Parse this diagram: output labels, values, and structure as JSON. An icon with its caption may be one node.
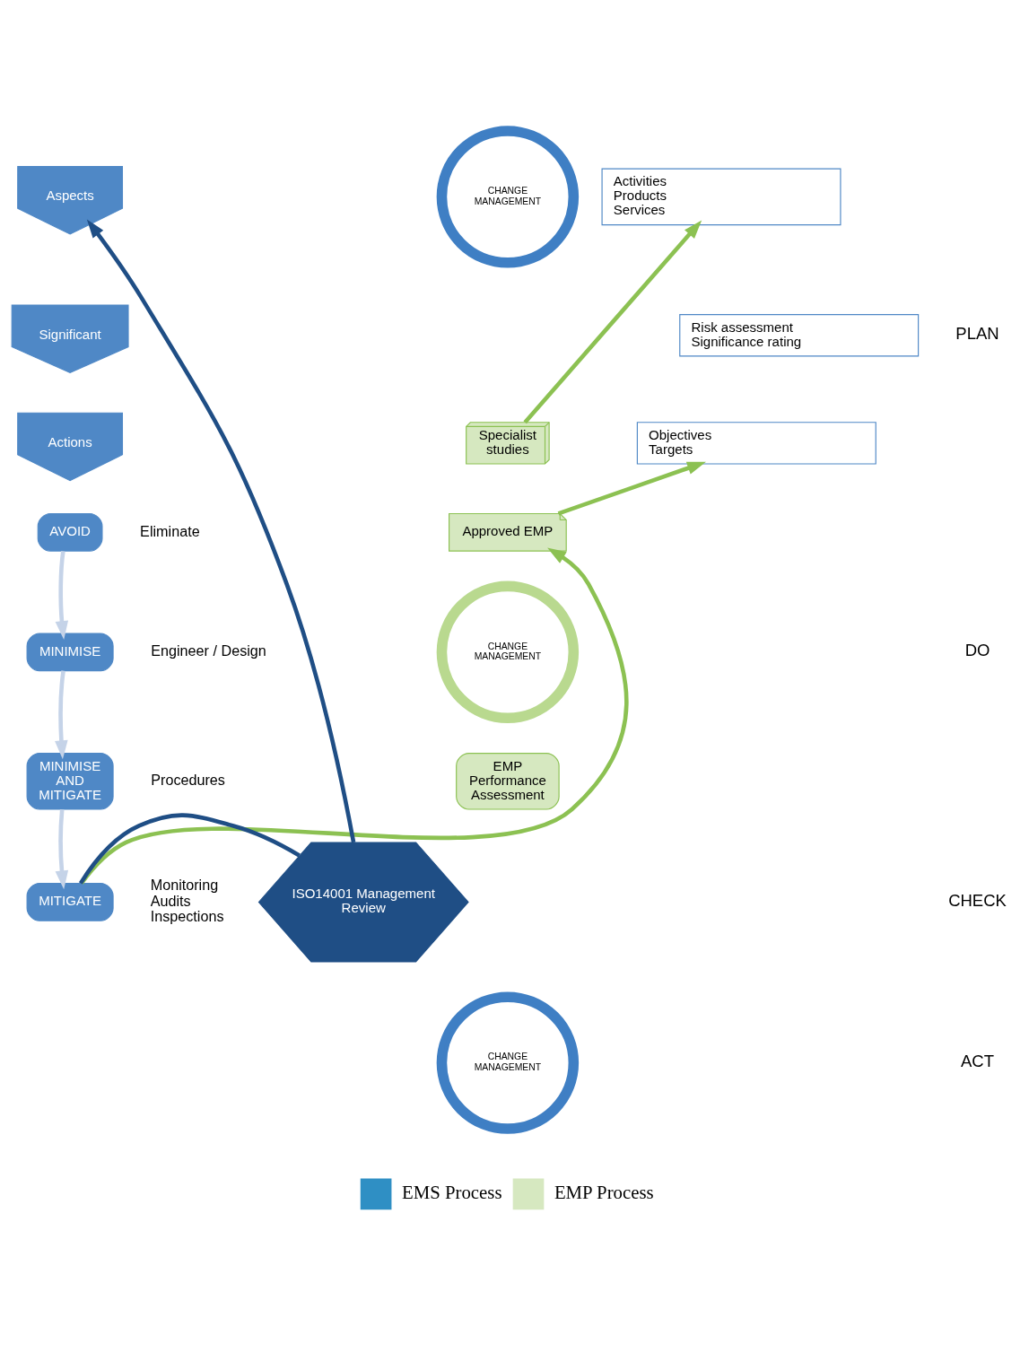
{
  "diagram": {
    "nodes": [
      {
        "text": [
          "Aspects"
        ]
      },
      {
        "text": [
          "Activities",
          "Products",
          "Services"
        ]
      },
      {
        "text": [
          "Significant"
        ]
      },
      {
        "text": [
          "Risk assessment",
          "Significance rating"
        ]
      },
      {
        "text": [
          "Actions"
        ]
      },
      {
        "text": [
          "Objectives",
          "Targets"
        ]
      },
      {
        "text": [
          "CHANGE MANAGEMENT"
        ]
      },
      {
        "text": [
          "Specialist studies"
        ]
      },
      {
        "text": [
          "Approved EMP"
        ]
      },
      {
        "text": [
          "CHANGE MANAGEMENT"
        ]
      },
      {
        "text": [
          "EMP Performance Assessment"
        ]
      },
      {
        "text": [
          "AVOID"
        ],
        "beside": [
          "Eliminate"
        ]
      },
      {
        "text": [
          "MINIMISE"
        ],
        "beside": [
          "Engineer / Design"
        ]
      },
      {
        "text": [
          "MINIMISE AND MITIGATE"
        ],
        "beside": [
          "Procedures"
        ]
      },
      {
        "text": [
          "MITIGATE"
        ],
        "beside": [
          "Monitoring",
          "Audits",
          "Inspections"
        ]
      },
      {
        "text": [
          "ISO14001 Management Review"
        ]
      },
      {
        "text": [
          "CHANGE MANAGEMENT"
        ]
      }
    ],
    "edges": [
      {
        "from": 15,
        "to": 0,
        "arrow": "to",
        "color": "#1f4e85"
      },
      {
        "from": 14,
        "to": 15,
        "arrow": "none",
        "color": "#1f4e85"
      },
      {
        "from": 7,
        "to": 1,
        "arrow": "to",
        "color": "#8cc152"
      },
      {
        "from": 8,
        "to": 5,
        "arrow": "to",
        "color": "#8cc152"
      },
      {
        "from": 14,
        "to": 8,
        "arrow": "to",
        "color": "#8cc152"
      },
      {
        "from": 11,
        "to": 12,
        "arrow": "to",
        "color": "#c5d3e8"
      },
      {
        "from": 12,
        "to": 13,
        "arrow": "to",
        "color": "#c5d3e8"
      },
      {
        "from": 13,
        "to": 14,
        "arrow": "to",
        "color": "#c5d3e8"
      }
    ],
    "labels": [
      "PLAN",
      "DO",
      "CHECK",
      "ACT"
    ],
    "legend": [
      {
        "text": "EMS Process",
        "color": "#2f8fc4"
      },
      {
        "text": "EMP Process",
        "color": "#d6e8c0"
      }
    ]
  }
}
